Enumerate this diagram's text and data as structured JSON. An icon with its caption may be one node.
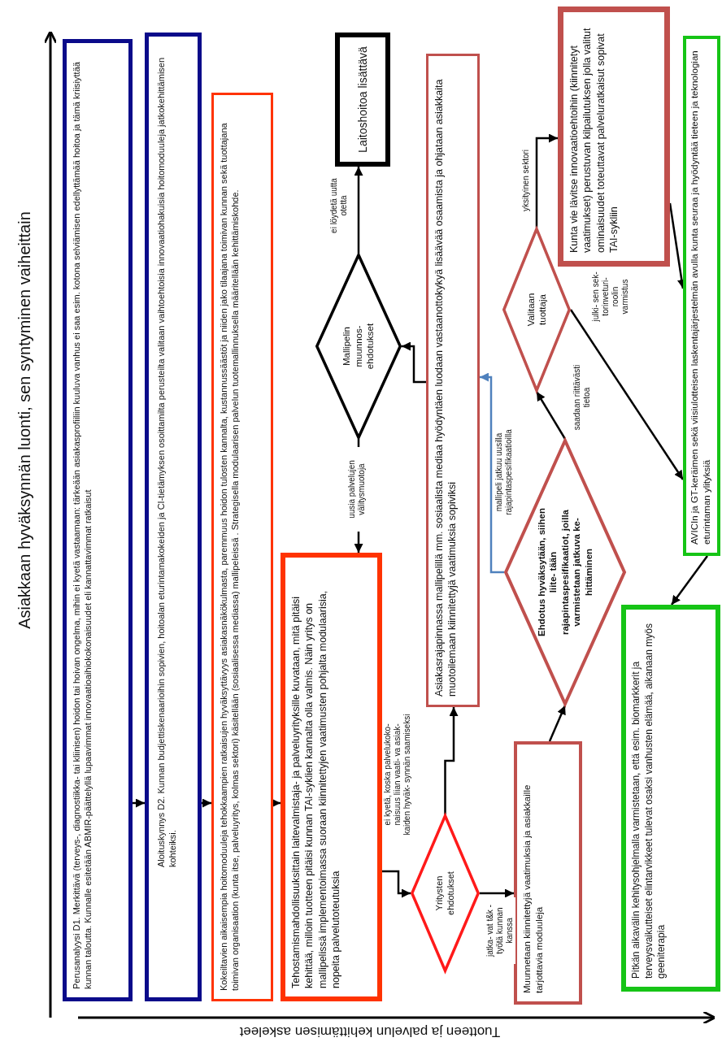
{
  "diagram": {
    "title": "Asiakkaan hyväksynnän luonti, sen syntyminen vaiheittain",
    "nodes": [
      {
        "text": [
          "Perusanalyysi D1. Merkittävä (terveys-, diagnostiikka- tai kliinisen) hoidon tai hoivan ongelma, mihin ei kyetä vastaamaan: tärkeään asiakasprofiiliin kuuluva vanhus ei saa esim. kotona selviämisen edellyttämää hoitoa ja tämä kriisiyttää kunnan taloutta. Kunnalle esitetään ABMIR-päättelyllä lupaavimmat innovaatioaihiokokonaisuudet eli kannattavimmat ratkaisut"
        ]
      },
      {
        "text": [
          "Aloituskynnys D2. Kunnan budjettiskenaarioihin sopivien, hoitoalan eturintamakokeiden ja CI-tietämyksen osoittamilta perusteilta valitaan vaihtoehtoisia innovaatiohakuisia hoitomoduuleja jatkokehittämisen kohteiksi."
        ]
      },
      {
        "text": [
          "Kokeiltavien aikaisempia hoitomoduuleja tehokkaampien ratkaisujen hyväksyttävyys asiakasnäkökulmasta, paremmuus hoidon tulosten kannalta, kustannussäästöt ja niiden jako tilaajana toimivan kunnan sekä tuottajana toimivan organisaation (kunta itse, palveluyritys, kolmas sektori) käsitellään (sosiaalisessa mediassa) mallipeleissä . Strategisella modulaarisen palvelun tuotemallinnuksella määritellään kehittämiskohde."
        ]
      },
      {
        "text": [
          "Tehostamismahdollisuuksittain laitevalmistaja- ja palveluyrityksille kuvataan, mitä pitäisi kehittää, milloin tuotteen pitäisi kunnan TAI-syklien kannalta olla valmis. Näin yritys on mallipelissä implementoimassa suoraan kiinnitettyjen vaatimusten pohjalta modulaarisia, nopeita palvelutoteutuksia"
        ]
      },
      {
        "text": [
          "Yritysten ehdotukset"
        ]
      },
      {
        "text": [
          "Muunnetaan kiinnitettyjä vaatimuksia ja asiakkaille tarjottavia moduuleja"
        ]
      },
      {
        "text": [
          "Pitkän aikavälin kehitysohjelmalla varmistetaan, että esim. biomarkkerit ja terveysvaikutteiset elintarvikkeet tulevat osaksi vanhusten elämää, aikanaan myös geeniterapia"
        ]
      },
      {
        "text": [
          "Asiakasrajapinnassa mallipelillä mm. sosiaalista mediaa hyödyntäen luodaan vastaanottokykyä lisäävää osaamista ja ohjataan asiakkaita muotoilemaan kiinnitettyjä vaatimuksia sopiviksi"
        ]
      },
      {
        "text": [
          "Ehdotus hyväksytään, siihen liite- tään rajapintaspesifikaatiot, joilla varmistetaan jatkuva ke- hittäminen"
        ]
      },
      {
        "text": [
          "Mallipelin muunnos- ehdotukset"
        ]
      },
      {
        "text": [
          "Laitoshoitoa lisättävä"
        ]
      },
      {
        "text": [
          "Valitaan tuottaja"
        ]
      },
      {
        "text": [
          "Kunta vie lävitse innovaatioehtoihin (kiinnitetyt vaatimukset) perustuvan kilpailutuksen jolla valitut ominaisuudet toteuttavat palveluratkaisut sopivat TAI-sykliin"
        ]
      },
      {
        "text": [
          "AVICIn ja GT-keräimen sekä viisiulotteisen laskentajärjestelmän avulla kunta seuraa ja hyödyntää tieteen ja teknologian eturintaman ylityksiä"
        ]
      }
    ],
    "edges": [
      {
        "from": 0,
        "to": 1,
        "arrow": "to"
      },
      {
        "from": 1,
        "to": 2,
        "arrow": "to"
      },
      {
        "from": 2,
        "to": 3,
        "arrow": "to"
      },
      {
        "from": 3,
        "to": 4,
        "arrow": "to"
      },
      {
        "from": 4,
        "to": 7,
        "arrow": "to",
        "label": "ei kyetä, koska palvelukoko- naisuus liian vaati- va asiak- kaiden hyväk- synnän saamiseksi"
      },
      {
        "from": 4,
        "to": 5,
        "arrow": "to",
        "label": "jatka- vat t&k -työtä kunnan kanssa"
      },
      {
        "from": 5,
        "to": 8,
        "arrow": "to"
      },
      {
        "from": 8,
        "to": 7,
        "arrow": "to",
        "label": "mallipeli jatkuu uusilla rajapintaspesifikaatioilla",
        "color": "#4f81bd"
      },
      {
        "from": 7,
        "to": 9,
        "arrow": "to"
      },
      {
        "from": 9,
        "to": 10,
        "arrow": "to",
        "label": "ei löydetä uutta otetta"
      },
      {
        "from": 9,
        "to": 3,
        "arrow": "to",
        "label": "uusia palvelujen välitysmuotoja"
      },
      {
        "from": 8,
        "to": 11,
        "arrow": "to",
        "label": "saadaan riittävästi tietoa"
      },
      {
        "from": 11,
        "to": 12,
        "arrow": "to",
        "label": "yksityinen sektori"
      },
      {
        "from": 11,
        "to": 13,
        "arrow": "to",
        "label": "julki- sen sek- torinveturi- roolin varmistus"
      },
      {
        "from": 12,
        "to": 13,
        "arrow": "to"
      },
      {
        "from": 13,
        "to": 6,
        "arrow": "to"
      }
    ],
    "labels": [
      "Tuotteen ja palvelun kehittämisen askeleet"
    ]
  }
}
